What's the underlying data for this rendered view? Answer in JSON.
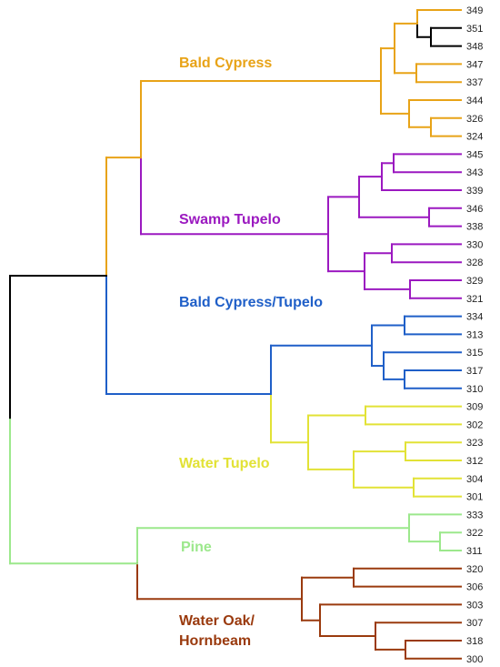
{
  "colors": {
    "root": "#000000",
    "bald_cypress": "#E8A317",
    "swamp_tupelo": "#9B19C0",
    "bald_cypress_tupelo": "#1F5FC8",
    "water_tupelo": "#E2E236",
    "pine": "#9CE88C",
    "water_oak": "#9A3A0E"
  },
  "groups": [
    {
      "key": "bald_cypress",
      "lines": [
        "Bald Cypress"
      ]
    },
    {
      "key": "swamp_tupelo",
      "lines": [
        "Swamp Tupelo"
      ]
    },
    {
      "key": "bald_cypress_tupelo",
      "lines": [
        "Bald Cypress/Tupelo"
      ]
    },
    {
      "key": "water_tupelo",
      "lines": [
        "Water Tupelo"
      ]
    },
    {
      "key": "pine",
      "lines": [
        "Pine"
      ]
    },
    {
      "key": "water_oak",
      "lines": [
        "Water Oak/",
        "Hornbeam"
      ]
    }
  ],
  "leaves": [
    "349",
    "351",
    "348",
    "347",
    "337",
    "344",
    "326",
    "324",
    "345",
    "343",
    "339",
    "346",
    "338",
    "330",
    "328",
    "329",
    "321",
    "334",
    "313",
    "315",
    "317",
    "310",
    "309",
    "302",
    "323",
    "312",
    "304",
    "301",
    "333",
    "322",
    "311",
    "320",
    "306",
    "303",
    "307",
    "318",
    "300"
  ]
}
